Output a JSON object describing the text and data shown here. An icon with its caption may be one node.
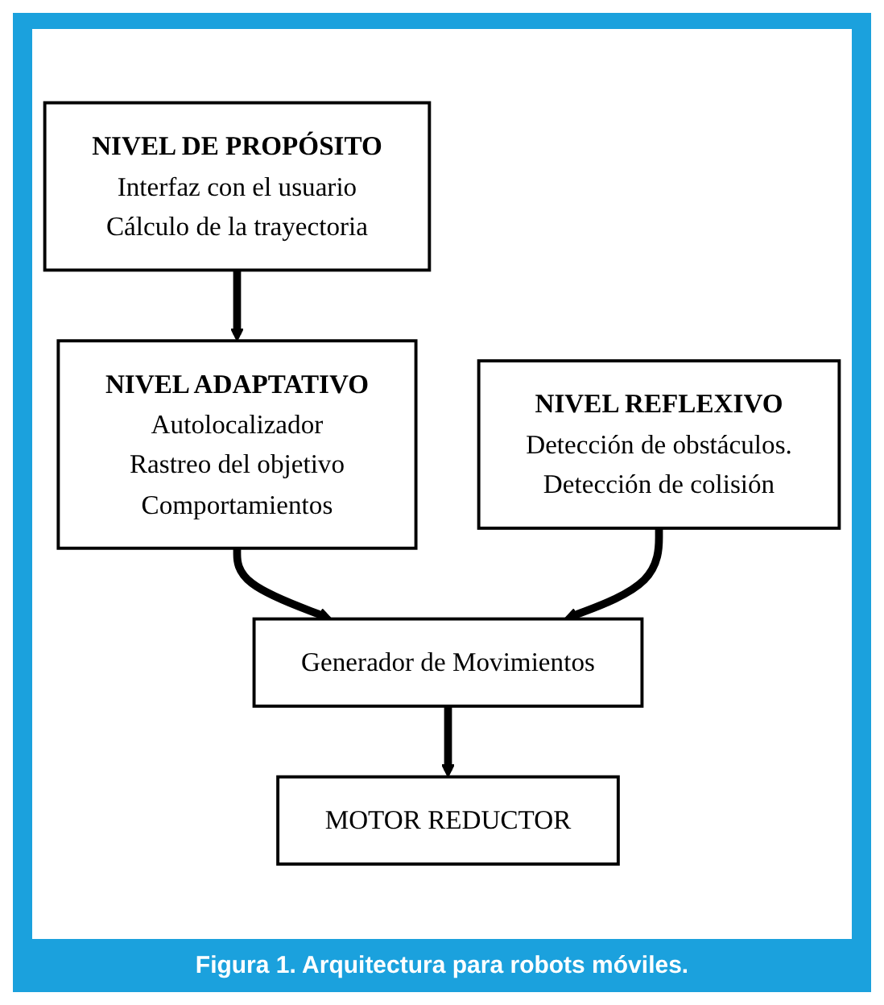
{
  "diagram": {
    "caption": "Figura 1. Arquitectura para robots móviles.",
    "nodes": [
      {
        "text": [
          "NIVEL DE PROPÓSITO",
          "Interfaz con el usuario",
          "Cálculo de la trayectoria"
        ]
      },
      {
        "text": [
          "NIVEL ADAPTATIVO",
          "Autolocalizador",
          "Rastreo del objetivo",
          "Comportamientos"
        ]
      },
      {
        "text": [
          "NIVEL REFLEXIVO",
          "Detección de obstáculos.",
          "Detección de colisión"
        ]
      },
      {
        "text": [
          "Generador de Movimientos"
        ]
      },
      {
        "text": [
          "MOTOR REDUCTOR"
        ]
      }
    ],
    "edges": [
      {
        "from": 0,
        "to": 1,
        "arrow": "to"
      },
      {
        "from": 1,
        "to": 3,
        "arrow": "to"
      },
      {
        "from": 2,
        "to": 3,
        "arrow": "to"
      },
      {
        "from": 3,
        "to": 4,
        "arrow": "to"
      }
    ]
  }
}
